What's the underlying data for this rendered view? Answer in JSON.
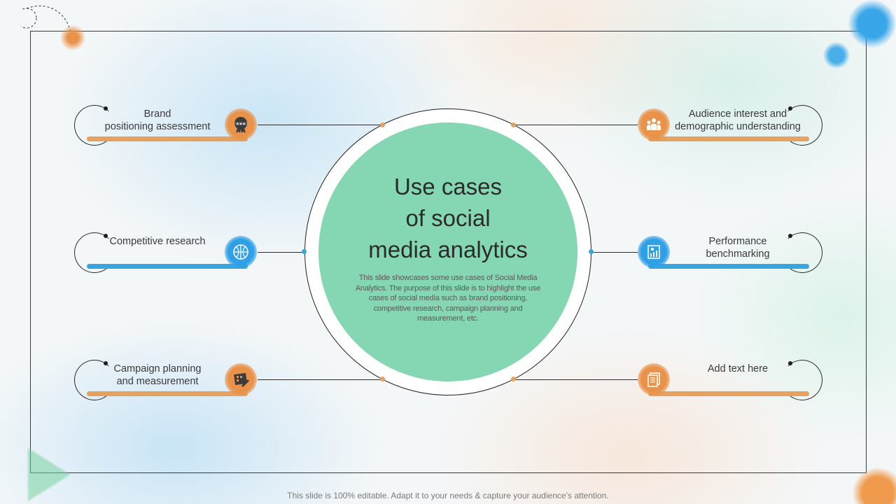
{
  "slide": {
    "title_lines": [
      "Use cases",
      "of social",
      "media analytics"
    ],
    "description": "This slide showcases some use cases of Social Media Analytics.  The purpose of this slide is to highlight the use cases of social media such as brand positioning, competitive research, campaign planning and measurement, etc.",
    "footer": "This slide is 100% editable. Adapt it to your needs & capture your audience’s attention."
  },
  "items": {
    "left": [
      {
        "lines": [
          "Brand",
          "positioning assessment"
        ],
        "icon": "award-badge-icon",
        "accent": "#e4a15f"
      },
      {
        "lines": [
          "Competitive research"
        ],
        "icon": "basketball-icon",
        "accent": "#38a6de"
      },
      {
        "lines": [
          "Campaign planning",
          "and measurement"
        ],
        "icon": "calendar-plan-icon",
        "accent": "#e4a15f"
      }
    ],
    "right": [
      {
        "lines": [
          "Audience interest and",
          "demographic understanding"
        ],
        "icon": "audience-group-icon",
        "accent": "#e4a15f"
      },
      {
        "lines": [
          "Performance",
          "benchmarking"
        ],
        "icon": "performance-report-icon",
        "accent": "#38a6de"
      },
      {
        "lines": [
          "Add text here"
        ],
        "icon": "documents-icon",
        "accent": "#e4a15f"
      }
    ]
  },
  "colors": {
    "orange": "#e4a15f",
    "blue": "#38a6de",
    "green": "#85d6b2"
  }
}
